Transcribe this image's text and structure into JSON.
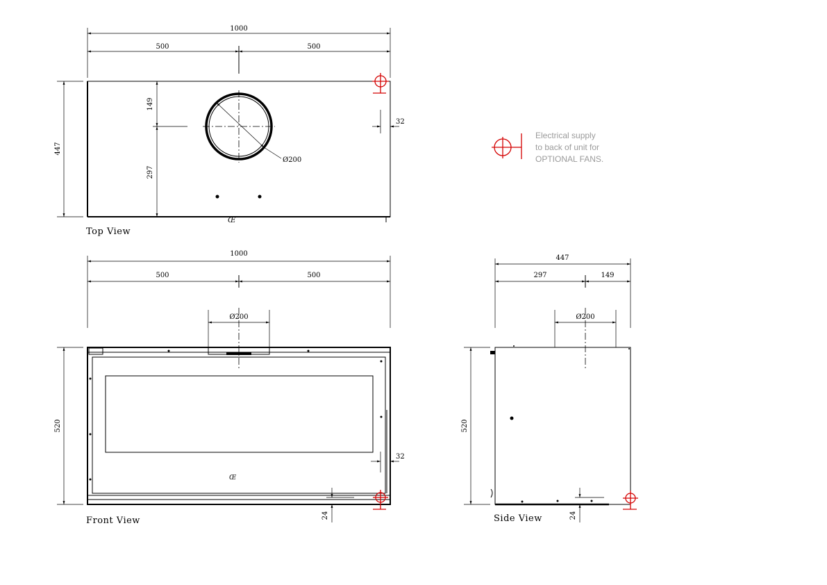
{
  "top_view": {
    "label": "Top View",
    "dim_total": "1000",
    "dim_left": "500",
    "dim_right": "500",
    "dim_height": "447",
    "dim_upper": "149",
    "dim_lower": "297",
    "dim_offset": "32",
    "flue_diameter": "Ø200"
  },
  "front_view": {
    "label": "Front View",
    "dim_total": "1000",
    "dim_left": "500",
    "dim_right": "500",
    "flue_diameter": "Ø200",
    "dim_height": "520",
    "dim_offset": "32",
    "dim_bottom": "24"
  },
  "side_view": {
    "label": "Side View",
    "dim_total": "447",
    "dim_left": "297",
    "dim_right": "149",
    "flue_diameter": "Ø200",
    "dim_height": "520",
    "dim_bottom": "24"
  },
  "legend": {
    "line1": "Electrical supply",
    "line2": "to back of unit for",
    "line3": "OPTIONAL FANS."
  },
  "colors": {
    "electrical_symbol": "#d40000",
    "legend_text": "#9a9a9a"
  }
}
